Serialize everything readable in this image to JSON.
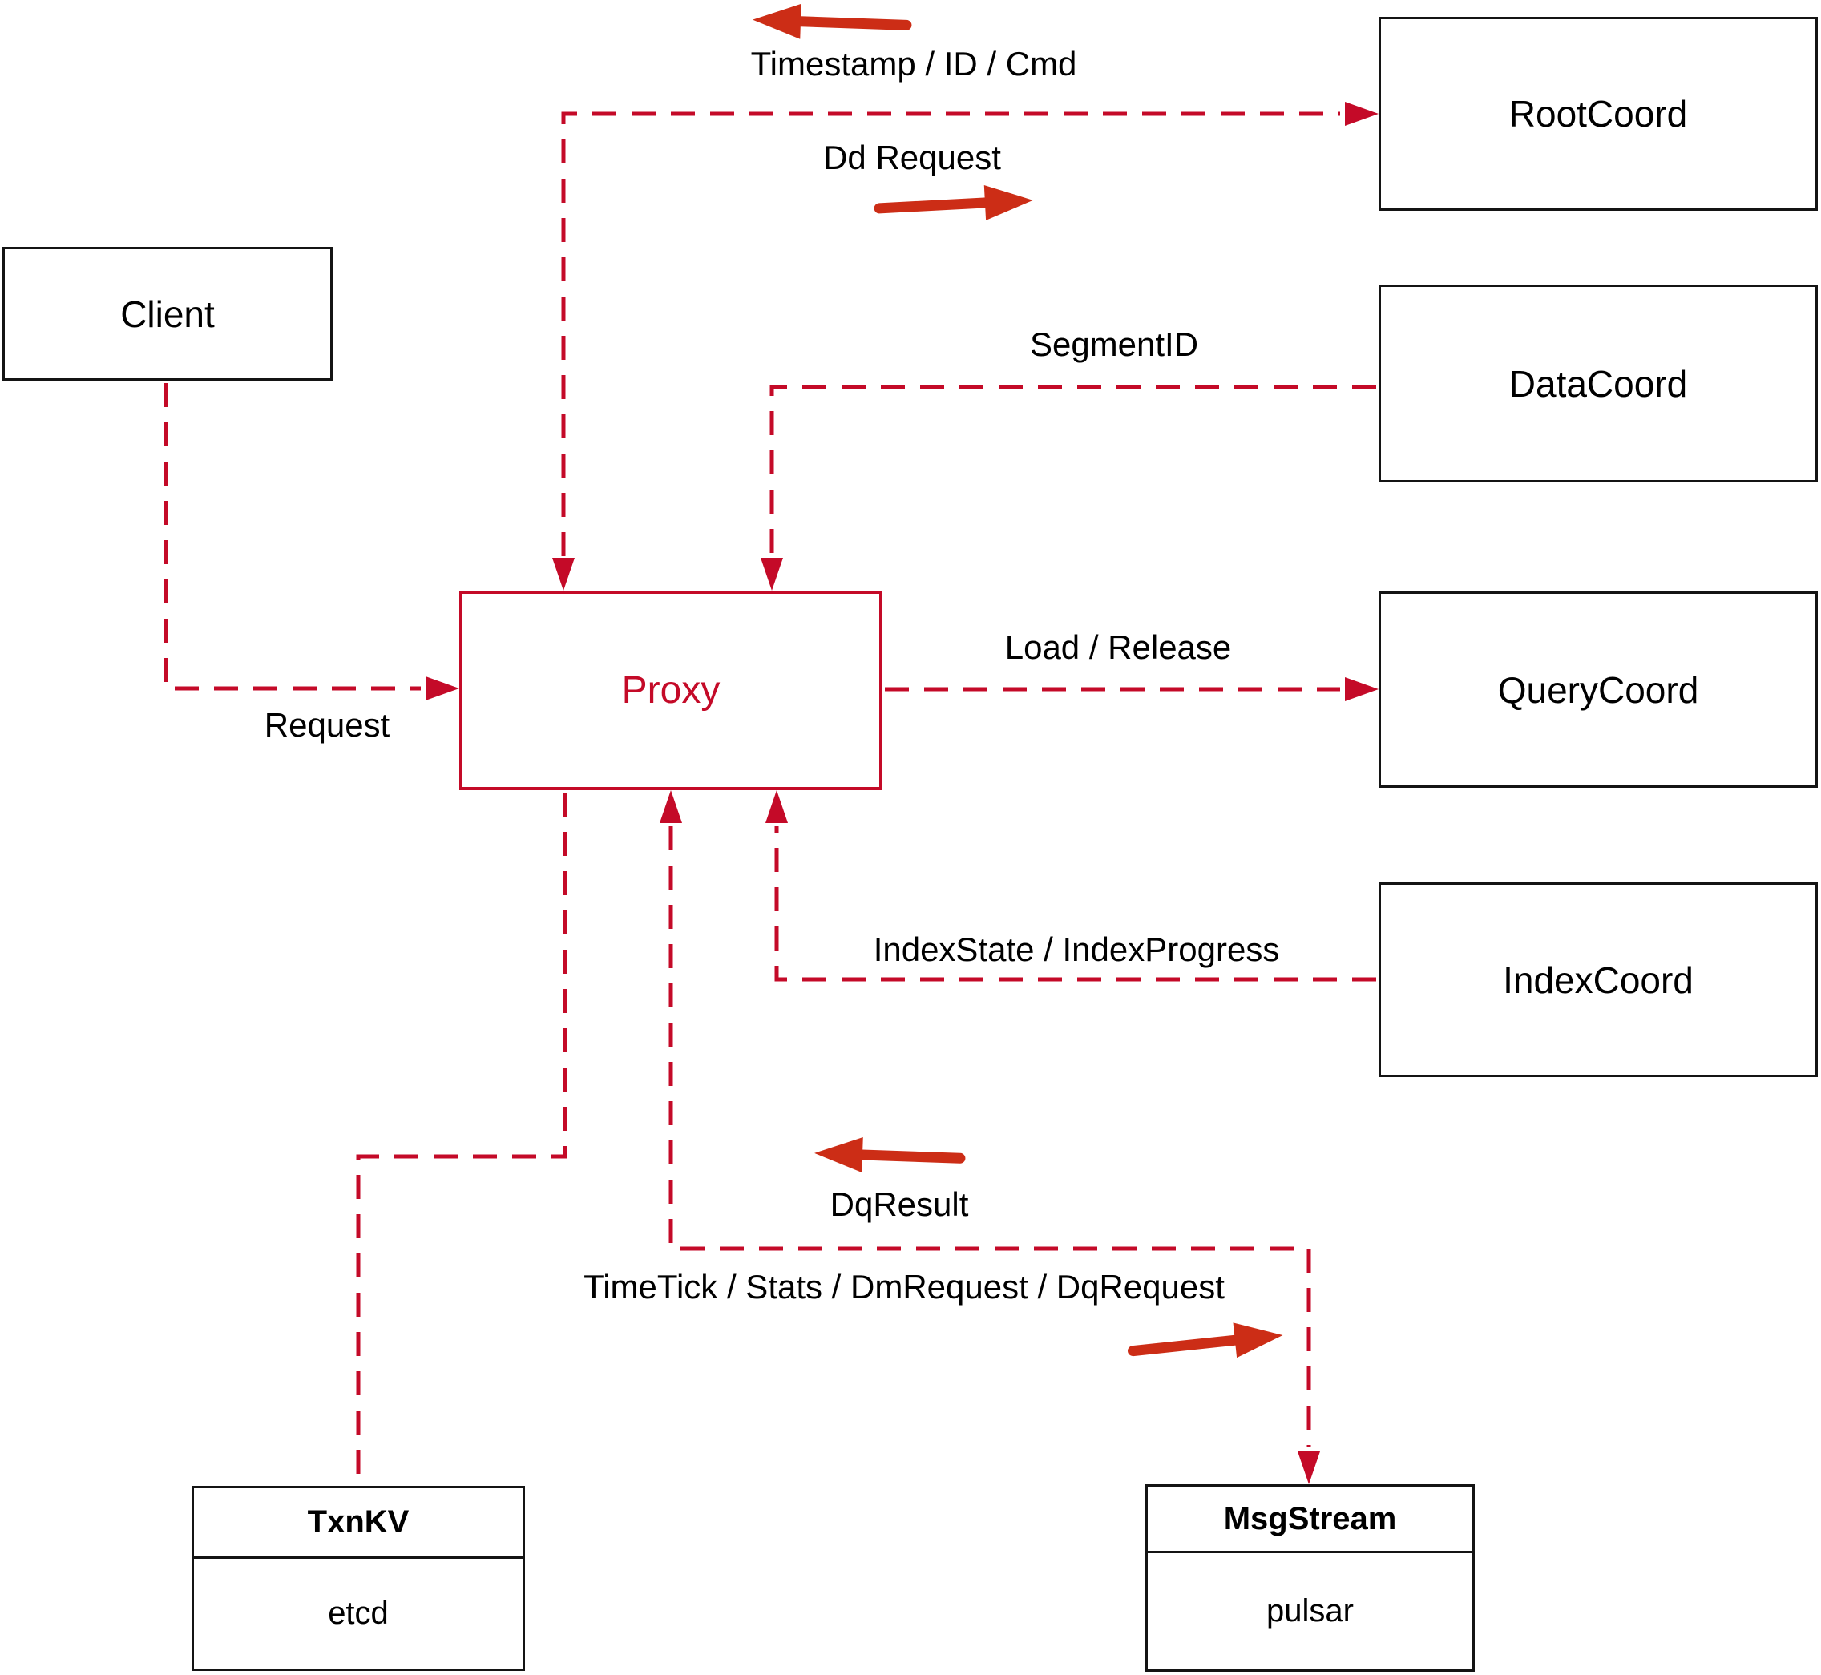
{
  "diagram": {
    "nodes": {
      "client": {
        "label": "Client"
      },
      "root_coord": {
        "label": "RootCoord"
      },
      "data_coord": {
        "label": "DataCoord"
      },
      "query_coord": {
        "label": "QueryCoord"
      },
      "index_coord": {
        "label": "IndexCoord"
      },
      "proxy": {
        "label": "Proxy"
      },
      "txn_kv": {
        "title": "TxnKV",
        "impl": "etcd"
      },
      "msg_stream": {
        "title": "MsgStream",
        "impl": "pulsar"
      }
    },
    "edge_labels": {
      "timestamp_id_cmd": "Timestamp / ID / Cmd",
      "dd_request": "Dd Request",
      "segment_id": "SegmentID",
      "load_release": "Load / Release",
      "index_state": "IndexState / IndexProgress",
      "request": "Request",
      "dq_result": "DqResult",
      "timetick": "TimeTick / Stats / DmRequest / DqRequest"
    },
    "colors": {
      "dashed_line": "#c40a28",
      "solid_arrow": "#cc2d16",
      "box_border": "#141414",
      "proxy_accent": "#c40a28"
    }
  }
}
